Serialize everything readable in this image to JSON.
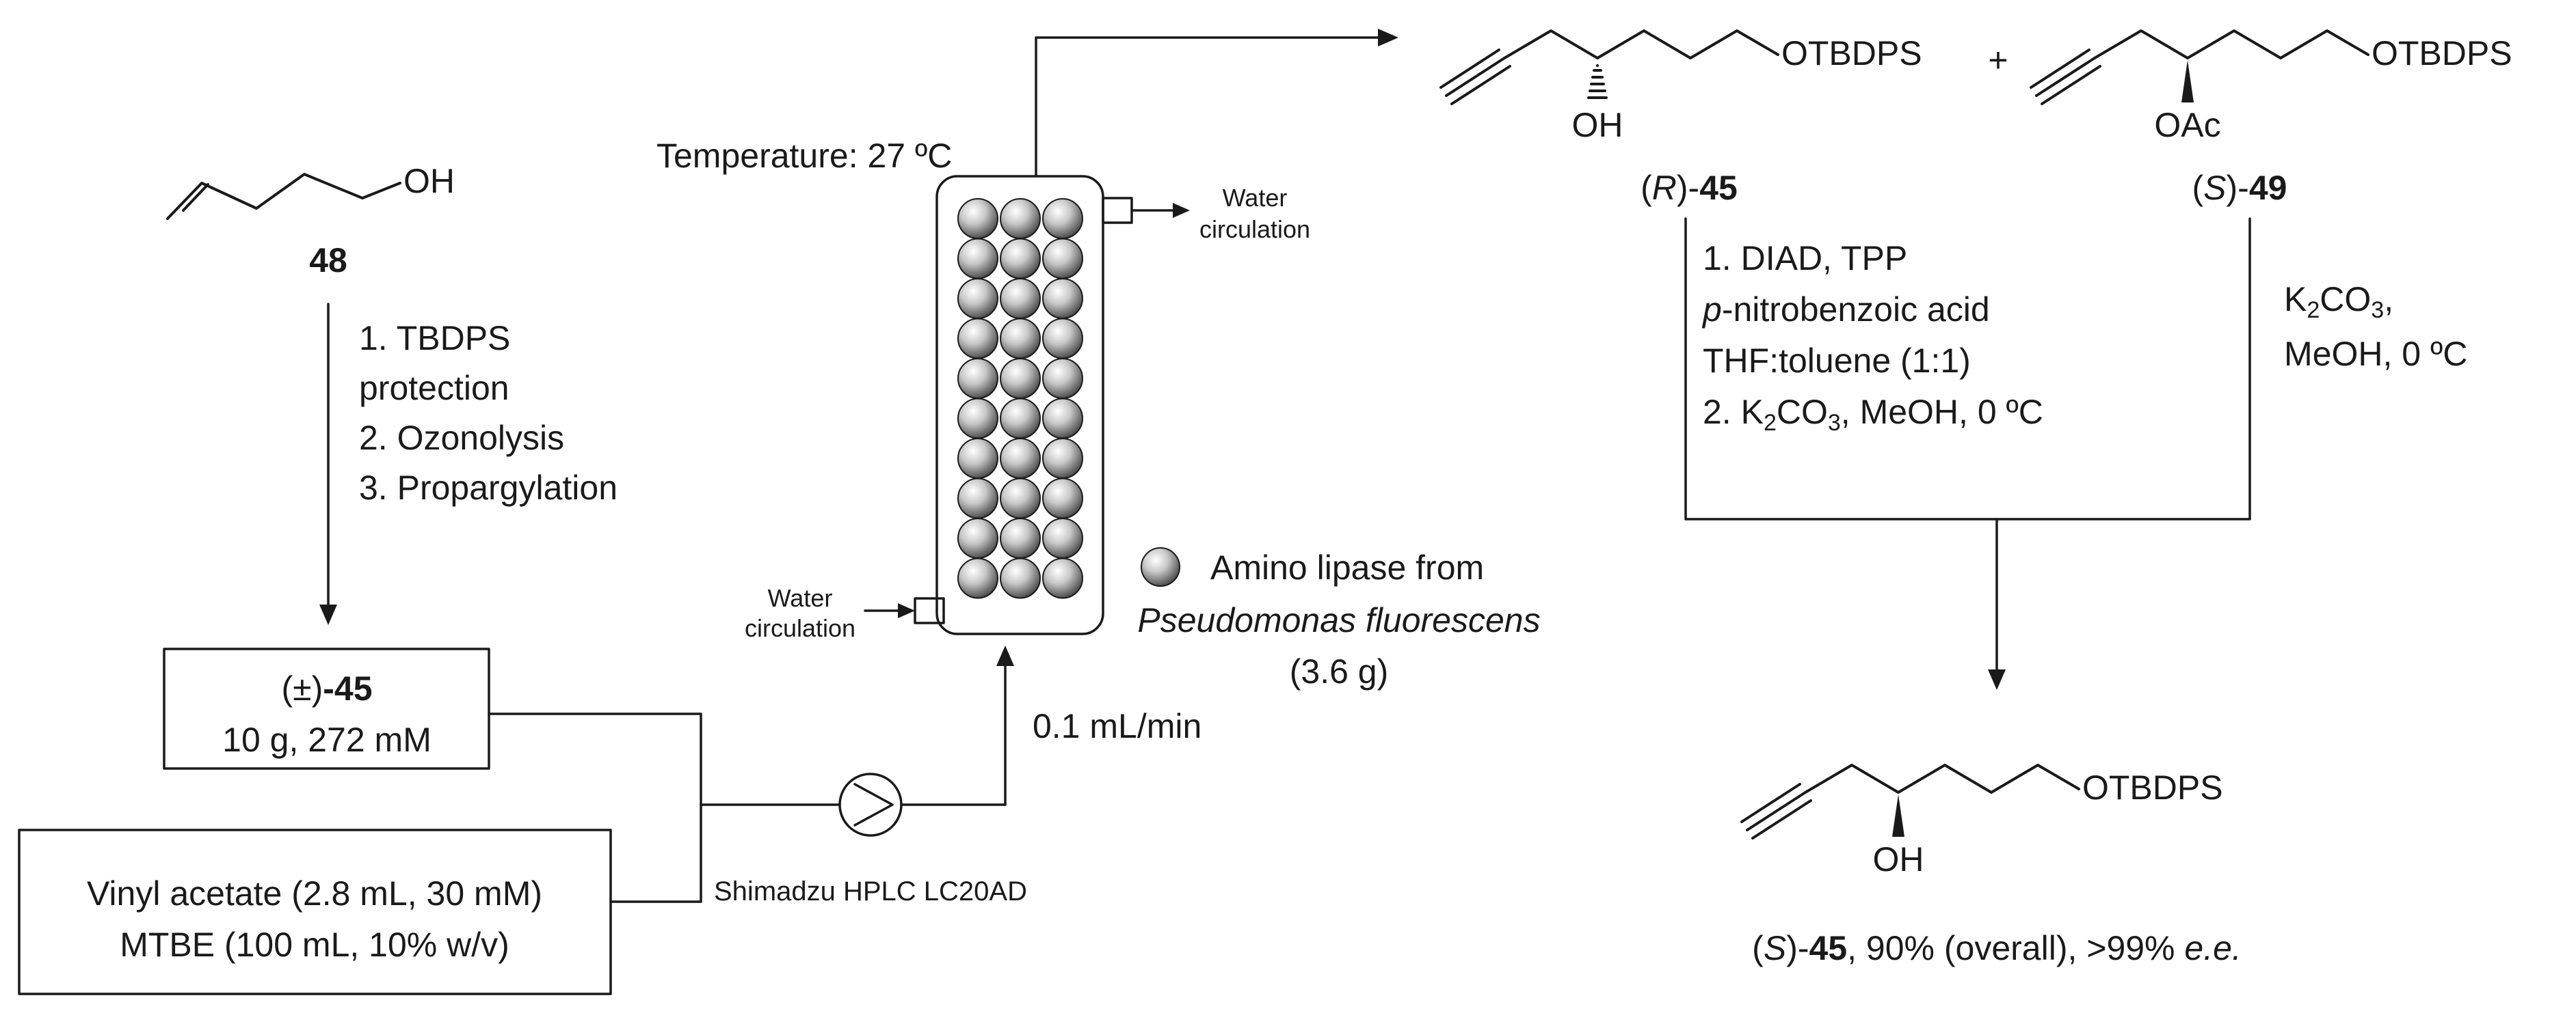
{
  "compounds": {
    "c48": {
      "group": "OH",
      "label": "48"
    },
    "rac45": {
      "label_prefix": "(±)",
      "label_number": "-45",
      "amount": "10 g, 272 mM"
    },
    "reagents": {
      "line1": "Vinyl acetate (2.8 mL, 30 mM)",
      "line2": "MTBE (100 mL, 10% w/v)"
    },
    "r45": {
      "group": "OTBDPS",
      "substituent": "OH",
      "label_prefix": "(",
      "label_stereo": "R",
      "label_mid": ")-",
      "label_number": "45"
    },
    "plus": "+",
    "s49": {
      "group": "OTBDPS",
      "substituent": "OAc",
      "label_prefix": "(",
      "label_stereo": "S",
      "label_mid": ")-",
      "label_number": "49"
    },
    "s45": {
      "group": "OTBDPS",
      "substituent": "OH",
      "label_prefix": "(",
      "label_stereo": "S",
      "label_mid": ")-",
      "label_number": "45",
      "label_yield": ", 90% (overall), >99% ",
      "label_ee": "e.e."
    }
  },
  "steps": {
    "step1": {
      "l1": "1. TBDPS",
      "l2": "protection",
      "l3": "2. Ozonolysis",
      "l4": "3. Propargylation"
    },
    "mitsunobu": {
      "l1": "1. DIAD, TPP",
      "l2_italic": "p",
      "l2_rest": "-nitrobenzoic acid",
      "l3": "THF:toluene (1:1)",
      "l4_pre": "2. K",
      "l4_sub": "2",
      "l4_mid": "CO",
      "l4_sub2": "3",
      "l4_post": ", MeOH, 0 ºC"
    },
    "hydrolysis": {
      "l1_pre": "K",
      "l1_sub": "2",
      "l1_mid": "CO",
      "l1_sub2": "3",
      "l1_post": ",",
      "l2": "MeOH, 0 ºC"
    }
  },
  "reactor": {
    "temperature": "Temperature: 27 ºC",
    "water_out_l1": "Water",
    "water_out_l2": "circulation",
    "water_in_l1": "Water",
    "water_in_l2": "circulation",
    "flow_rate": "0.1 mL/min",
    "pump": "Shimadzu HPLC LC20AD",
    "enzyme_l1": "Amino lipase from",
    "enzyme_l2": "Pseudomonas fluorescens",
    "enzyme_l3": "(3.6 g)",
    "bead_rows": 10,
    "bead_cols": 3
  }
}
